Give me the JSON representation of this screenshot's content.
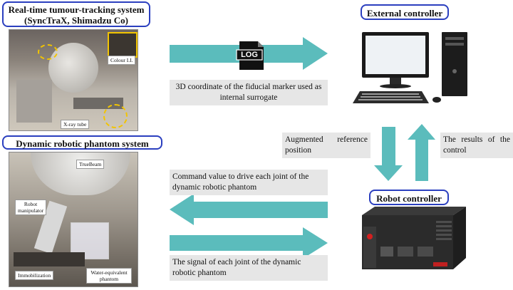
{
  "tracking_system": {
    "title_line1": "Real-time tumour-tracking system",
    "title_line2": "(SyncTraX, Shimadzu Co)",
    "label_colour_ii": "Colour I.I.",
    "label_xray_tube": "X-ray tube"
  },
  "phantom_system": {
    "title": "Dynamic robotic phantom system",
    "label_truebeam": "TrueBeam",
    "label_robot_manipulator": "Robot manipulator",
    "label_immobilization": "Immobilization",
    "label_water_phantom": "Water-equivalent phantom"
  },
  "external_controller": {
    "title": "External controller"
  },
  "robot_controller": {
    "title": "Robot controller"
  },
  "log_icon": {
    "text": "LOG"
  },
  "flows": {
    "fiducial": "3D coordinate of the fiducial marker used as internal surrogate",
    "augmented": "Augmented reference position",
    "results": "The results of the control",
    "command": "Command value to drive each joint of the dynamic robotic phantom",
    "signal": "The signal of each joint of the dynamic robotic phantom"
  },
  "colors": {
    "arrow": "#5bbcbc",
    "title_border": "#2b3fbf",
    "caption_bg": "#e6e6e6",
    "highlight": "#f2c400"
  }
}
